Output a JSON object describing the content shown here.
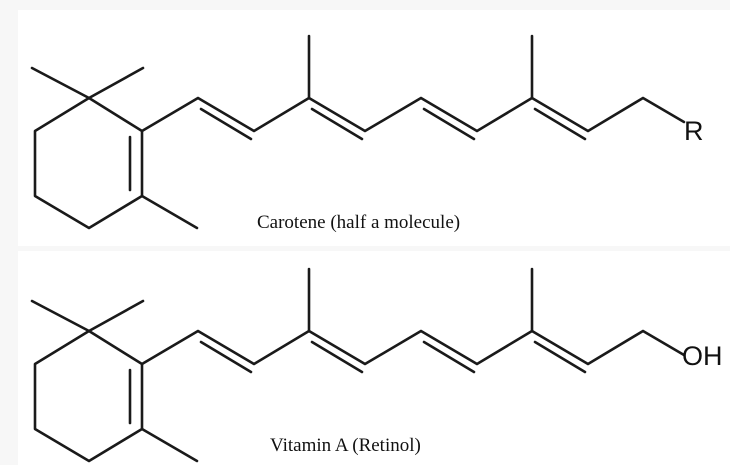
{
  "molecules": [
    {
      "caption": "Carotene  (half a molecule)",
      "terminal_group": "R"
    },
    {
      "caption": "Vitamin A (Retinol)",
      "terminal_group": "OH"
    }
  ]
}
